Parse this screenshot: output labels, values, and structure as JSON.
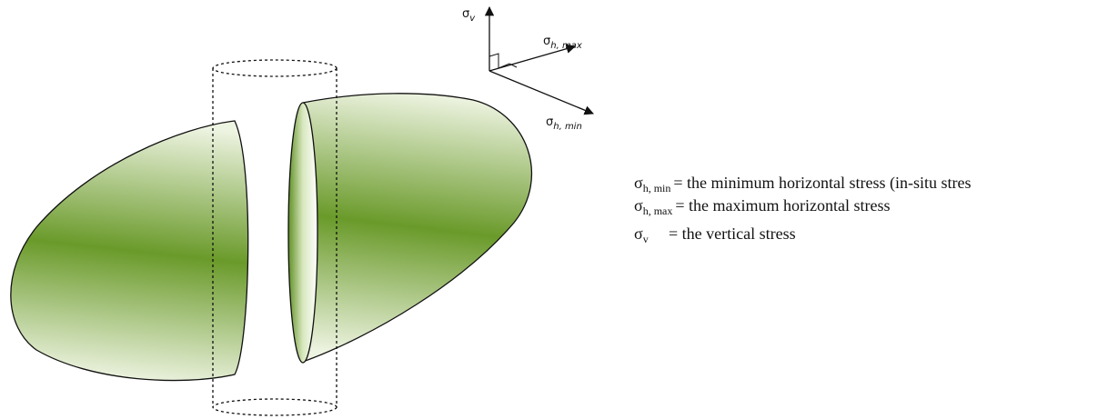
{
  "axes": {
    "vertical": {
      "symbol": "σ",
      "subscript": "v"
    },
    "h_max": {
      "symbol": "σ",
      "subscript": "h, max"
    },
    "h_min": {
      "symbol": "σ",
      "subscript": "h, min"
    }
  },
  "legend": [
    {
      "symbol": "σ",
      "subscript": "h, min",
      "text": "= the minimum horizontal stress (in-situ stres"
    },
    {
      "symbol": "σ",
      "subscript": "h, max",
      "text": "= the maximum horizontal stress"
    },
    {
      "symbol": "σ",
      "subscript": "v",
      "text": "= the vertical stress"
    }
  ],
  "colors": {
    "fracture_green": "#6a9a2a",
    "fracture_light": "#eef4e2",
    "outline": "#111111",
    "background": "#ffffff"
  }
}
